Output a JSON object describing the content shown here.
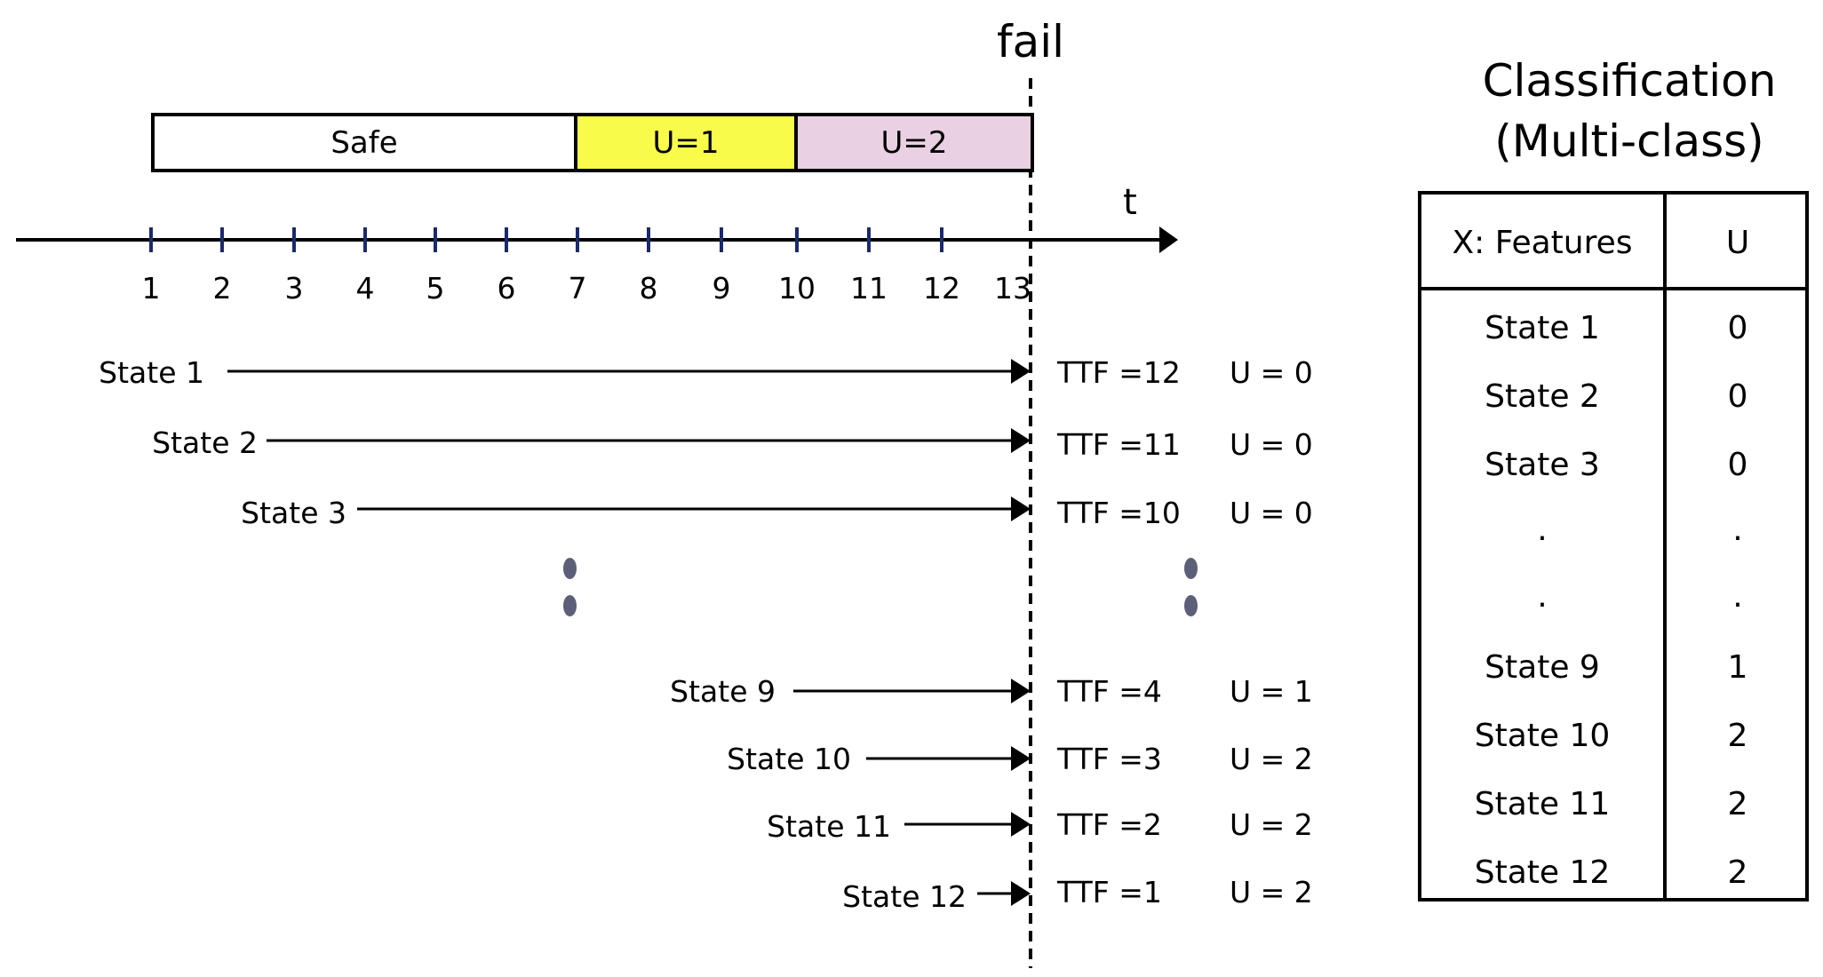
{
  "fail_label": "fail",
  "time_axis_label": "t",
  "segments": [
    {
      "label": "Safe",
      "color": "#ffffff"
    },
    {
      "label": "U=1",
      "color": "#f9fb4b"
    },
    {
      "label": "U=2",
      "color": "#e9d1e3"
    }
  ],
  "ticks": [
    "1",
    "2",
    "3",
    "4",
    "5",
    "6",
    "7",
    "8",
    "9",
    "10",
    "11",
    "12",
    "13"
  ],
  "states": [
    {
      "label": "State 1",
      "ttf": "TTF =12",
      "u": "U = 0"
    },
    {
      "label": "State 2",
      "ttf": "TTF =11",
      "u": "U = 0"
    },
    {
      "label": "State 3",
      "ttf": "TTF =10",
      "u": "U = 0"
    },
    {
      "label": "State 9",
      "ttf": "TTF =4",
      "u": "U = 1"
    },
    {
      "label": "State 10",
      "ttf": "TTF =3",
      "u": "U = 2"
    },
    {
      "label": "State 11",
      "ttf": "TTF =2",
      "u": "U = 2"
    },
    {
      "label": "State 12",
      "ttf": "TTF =1",
      "u": "U = 2"
    }
  ],
  "classification": {
    "title_line1": "Classification",
    "title_line2": "(Multi-class)",
    "header_features": "X: Features",
    "header_u": "U",
    "rows": [
      {
        "feature": "State 1",
        "u": "0"
      },
      {
        "feature": "State 2",
        "u": "0"
      },
      {
        "feature": "State 3",
        "u": "0"
      },
      {
        "feature": ".",
        "u": "."
      },
      {
        "feature": ".",
        "u": "."
      },
      {
        "feature": "State 9",
        "u": "1"
      },
      {
        "feature": "State 10",
        "u": "2"
      },
      {
        "feature": "State 11",
        "u": "2"
      },
      {
        "feature": "State 12",
        "u": "2"
      }
    ]
  },
  "colors": {
    "tick": "#1b2a6b",
    "dot": "#5d5f78"
  }
}
